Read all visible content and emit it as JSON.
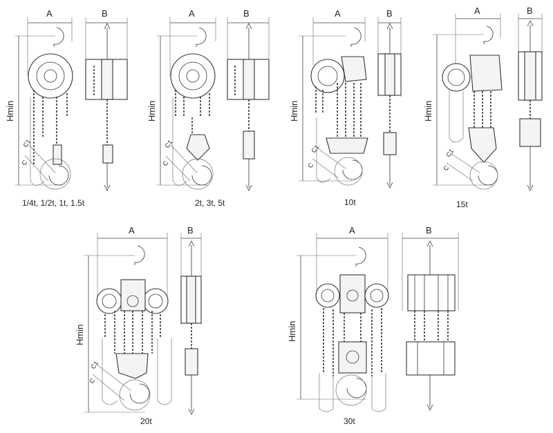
{
  "figures": [
    {
      "caption": "1/4t, 1/2t, 1t, 1.5t",
      "label_a": "A",
      "label_b": "B",
      "label_h": "Hmin",
      "label_c1": "C1",
      "label_c": "C"
    },
    {
      "caption": "2t, 3t, 5t",
      "label_a": "A",
      "label_b": "B",
      "label_h": "Hmin",
      "label_c1": "C1",
      "label_c": "C"
    },
    {
      "caption": "10t",
      "label_a": "A",
      "label_b": "B",
      "label_h": "Hmin",
      "label_c1": "C1",
      "label_c": "C"
    },
    {
      "caption": "15t",
      "label_a": "A",
      "label_b": "B",
      "label_h": "Hmin",
      "label_c1": "C1",
      "label_c": "C"
    },
    {
      "caption": "20t",
      "label_a": "A",
      "label_b": "B",
      "label_h": "Hmin",
      "label_c1": "C1",
      "label_c": "C"
    },
    {
      "caption": "30t",
      "label_a": "A",
      "label_b": "B",
      "label_h": "Hmin"
    }
  ]
}
